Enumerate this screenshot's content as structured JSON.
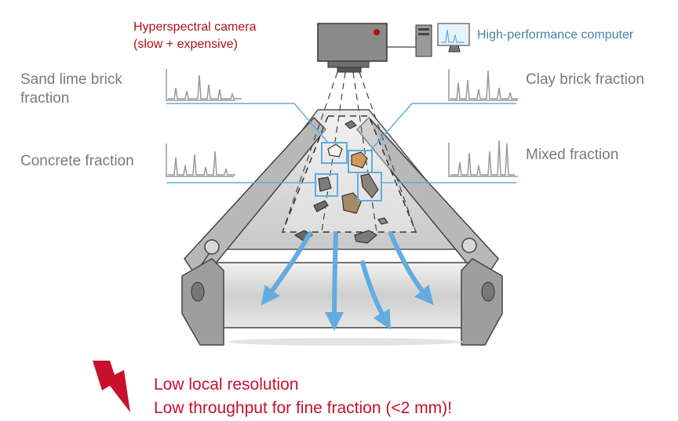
{
  "camera_label": {
    "line1": "Hyperspectral camera",
    "line2": "(slow + expensive)"
  },
  "computer_label": "High-performance computer",
  "fractions": {
    "sand_lime": {
      "line1": "Sand lime brick",
      "line2": "fraction"
    },
    "concrete": "Concrete fraction",
    "clay": "Clay brick fraction",
    "mixed": "Mixed fraction"
  },
  "warnings": {
    "line1": "Low local resolution",
    "line2": "Low throughput for fine fraction (<2 mm)!"
  },
  "colors": {
    "accent_red": "#c8102e",
    "camera_red": "#b01010",
    "computer_blue": "#4a7fa6",
    "arrow_blue": "#62ace0",
    "label_gray": "#7a7a7a"
  },
  "icons": [
    "hyperspectral-camera-icon",
    "computer-icon",
    "lightning-icon",
    "conveyor-belt",
    "spectrum-graph"
  ]
}
